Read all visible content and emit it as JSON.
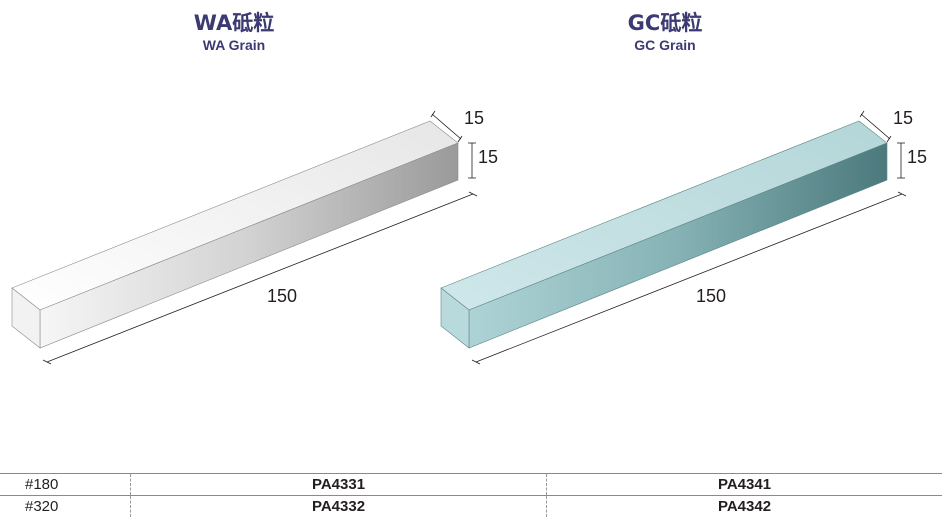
{
  "wa": {
    "title_jp": "WA砥粒",
    "title_en": "WA Grain",
    "dim_width": "15",
    "dim_height": "15",
    "dim_length": "150",
    "color_light": "#f7f7f7",
    "color_dark": "#9e9e9e"
  },
  "gc": {
    "title_jp": "GC砥粒",
    "title_en": "GC Grain",
    "dim_width": "15",
    "dim_height": "15",
    "dim_length": "150",
    "color_light": "#c7e2e4",
    "color_dark": "#4f7d80"
  },
  "table": {
    "rows": [
      {
        "grit": "#180",
        "wa_code": "PA4331",
        "gc_code": "PA4341"
      },
      {
        "grit": "#320",
        "wa_code": "PA4332",
        "gc_code": "PA4342"
      }
    ]
  }
}
